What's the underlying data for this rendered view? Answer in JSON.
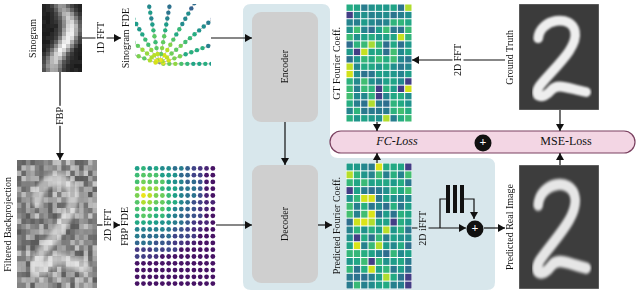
{
  "diagram": {
    "nodes": [
      {
        "text": [
          "Sinogram"
        ]
      },
      {
        "text": [
          "Sinogram FDE"
        ]
      },
      {
        "text": [
          "Encoder"
        ]
      },
      {
        "text": [
          "Decoder"
        ]
      },
      {
        "text": [
          "GT Fourier Coeff."
        ]
      },
      {
        "text": [
          "Ground Truth"
        ]
      },
      {
        "text": [
          "Filtered Backprojection"
        ]
      },
      {
        "text": [
          "FBP FDE"
        ]
      },
      {
        "text": [
          "Predicted Fourier Coeff."
        ]
      },
      {
        "text": [
          "Predicted Real Image"
        ]
      },
      {
        "text": [
          "FC-Loss"
        ]
      },
      {
        "text": [
          "+"
        ]
      },
      {
        "text": [
          "MSE-Loss"
        ]
      },
      {
        "text": [
          "+"
        ]
      }
    ],
    "edges": [
      {
        "from": 0,
        "to": 1,
        "arrow": "to",
        "label": "1D FFT"
      },
      {
        "from": 0,
        "to": 6,
        "arrow": "to",
        "label": "FBP"
      },
      {
        "from": 1,
        "to": 2,
        "arrow": "to"
      },
      {
        "from": 2,
        "to": 3,
        "arrow": "to"
      },
      {
        "from": 5,
        "to": 4,
        "arrow": "to",
        "label": "2D FFT"
      },
      {
        "from": 4,
        "to": 10,
        "arrow": "to"
      },
      {
        "from": 8,
        "to": 10,
        "arrow": "to"
      },
      {
        "from": 5,
        "to": 12,
        "arrow": "to"
      },
      {
        "from": 9,
        "to": 12,
        "arrow": "to"
      },
      {
        "from": 6,
        "to": 7,
        "arrow": "to",
        "label": "2D FFT"
      },
      {
        "from": 7,
        "to": 3,
        "arrow": "to"
      },
      {
        "from": 3,
        "to": 8,
        "arrow": "to"
      },
      {
        "from": 8,
        "to": 13,
        "arrow": "to",
        "label": "2D iFFT"
      },
      {
        "from": 13,
        "to": 9,
        "arrow": "to"
      }
    ]
  }
}
